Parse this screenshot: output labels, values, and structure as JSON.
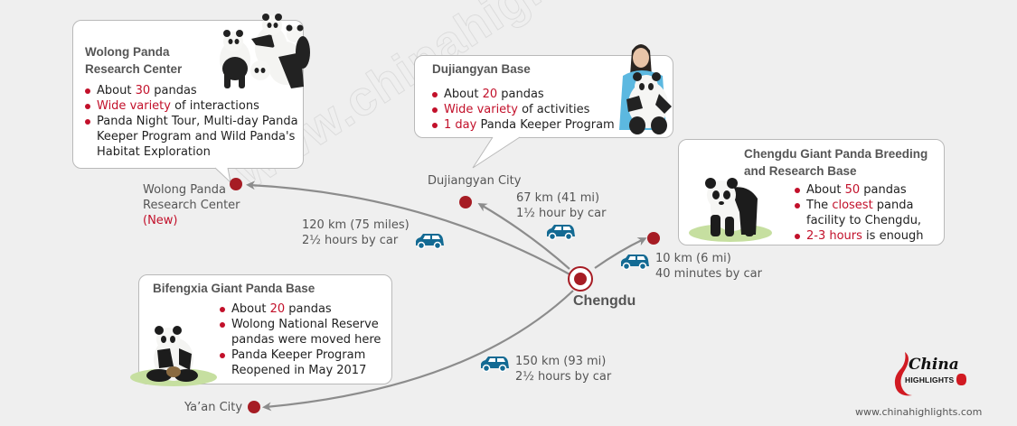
{
  "colors": {
    "background": "#efefef",
    "accent_red": "#c2102a",
    "marker_red": "#a61c24",
    "arrow_gray": "#8c8c8c",
    "car_blue": "#136a93",
    "title_gray": "#555555"
  },
  "watermark": "www.chinahighlights.com",
  "hub": {
    "name": "Chengdu",
    "icon": "target-marker-icon"
  },
  "destinations": [
    {
      "id": "wolong",
      "place_label": [
        "Wolong Panda",
        "Research Center"
      ],
      "place_tag": "(New)",
      "route": {
        "distance": "120 km (75 miles)",
        "time": "2½ hours by car",
        "icon": "car-icon"
      },
      "card": {
        "title": [
          "Wolong Panda",
          "Research Center"
        ],
        "bullets": [
          {
            "pre": "About ",
            "hl": "30",
            "post": " pandas"
          },
          {
            "pre": "",
            "hl": "Wide variety",
            "post": " of interactions"
          },
          {
            "pre": " Panda Night Tour, Multi-day Panda Keeper Program and Wild Panda's Habitat Exploration",
            "hl": "",
            "post": ""
          }
        ],
        "image": "panda-group-image"
      }
    },
    {
      "id": "dujiangyan",
      "place_label": [
        "Dujiangyan City"
      ],
      "route": {
        "distance": "67 km (41 mi)",
        "time": "1½  hour by car",
        "icon": "car-icon"
      },
      "card": {
        "title": [
          "Dujiangyan Base"
        ],
        "bullets": [
          {
            "pre": "About ",
            "hl": "20",
            "post": " pandas"
          },
          {
            "pre": "",
            "hl": "Wide variety",
            "post": " of activities"
          },
          {
            "pre": "",
            "hl": "1 day",
            "post": " Panda Keeper Program"
          }
        ],
        "image": "woman-holding-panda-image"
      }
    },
    {
      "id": "chengdu-base",
      "route": {
        "distance": "10 km (6 mi)",
        "time": "40 minutes by car",
        "icon": "car-icon"
      },
      "card": {
        "title": [
          "Chengdu Giant Panda Breeding",
          "and Research Base"
        ],
        "bullets": [
          {
            "pre": "About ",
            "hl": "50",
            "post": " pandas"
          },
          {
            "pre": "The ",
            "hl": "closest",
            "post": " panda facility to Chengdu,"
          },
          {
            "pre": "",
            "hl": "2-3 hours",
            "post": " is enough"
          }
        ],
        "image": "standing-panda-image"
      }
    },
    {
      "id": "bifengxia",
      "place_label": [
        "Ya’an City"
      ],
      "route": {
        "distance": "150 km (93 mi)",
        "time": "2½ hours by car",
        "icon": "car-icon"
      },
      "card": {
        "title": [
          "Bifengxia Giant Panda Base"
        ],
        "bullets": [
          {
            "pre": "About ",
            "hl": "20",
            "post": " pandas"
          },
          {
            "pre": "Wolong National Reserve pandas were moved here",
            "hl": "",
            "post": ""
          },
          {
            "pre": "Panda Keeper Program Reopened in May 2017",
            "hl": "",
            "post": ""
          }
        ],
        "image": "sitting-panda-image"
      }
    }
  ],
  "brand": {
    "logo_line1": "China",
    "logo_line2": "HIGHLIGHTS",
    "url": "www.chinahighlights.com"
  }
}
